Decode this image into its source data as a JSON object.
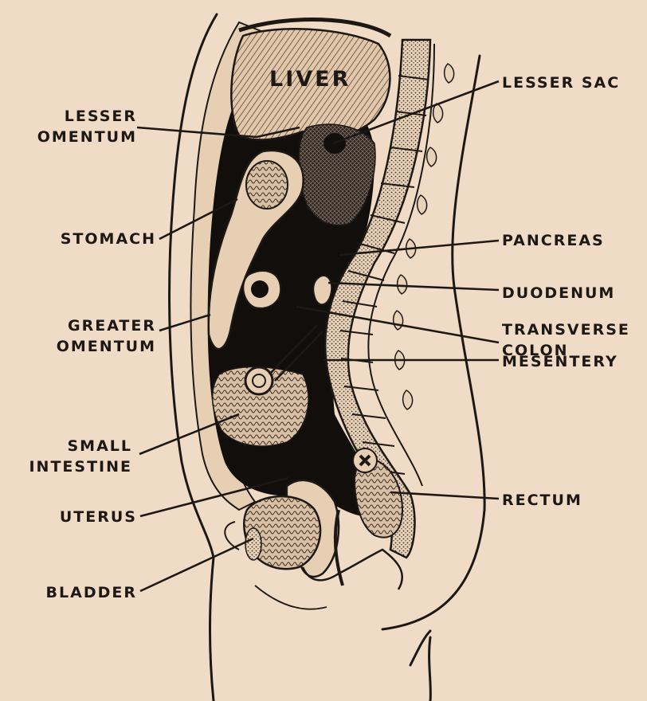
{
  "figure": {
    "organ_in_figure": "LIVER",
    "labels_left": [
      {
        "id": "lesser-omentum",
        "lines": [
          "LESSER",
          "OMENTUM"
        ]
      },
      {
        "id": "stomach",
        "lines": [
          "STOMACH"
        ]
      },
      {
        "id": "greater-omentum",
        "lines": [
          "GREATER",
          "OMENTUM"
        ]
      },
      {
        "id": "small-intestine",
        "lines": [
          "SMALL",
          "INTESTINE"
        ]
      },
      {
        "id": "uterus",
        "lines": [
          "UTERUS"
        ]
      },
      {
        "id": "bladder",
        "lines": [
          "BLADDER"
        ]
      }
    ],
    "labels_right": [
      {
        "id": "lesser-sac",
        "lines": [
          "LESSER SAC"
        ]
      },
      {
        "id": "pancreas",
        "lines": [
          "PANCREAS"
        ]
      },
      {
        "id": "duodenum",
        "lines": [
          "DUODENUM"
        ]
      },
      {
        "id": "transverse-colon",
        "lines": [
          "TRANSVERSE",
          "COLON"
        ]
      },
      {
        "id": "mesentery",
        "lines": [
          "MESENTERY"
        ]
      },
      {
        "id": "rectum",
        "lines": [
          "RECTUM"
        ]
      }
    ]
  },
  "colors": {
    "paper": "#f0dcc6",
    "ink": "#1d1814",
    "cavity": "#120e0c",
    "bone": "#e6cdb0"
  }
}
